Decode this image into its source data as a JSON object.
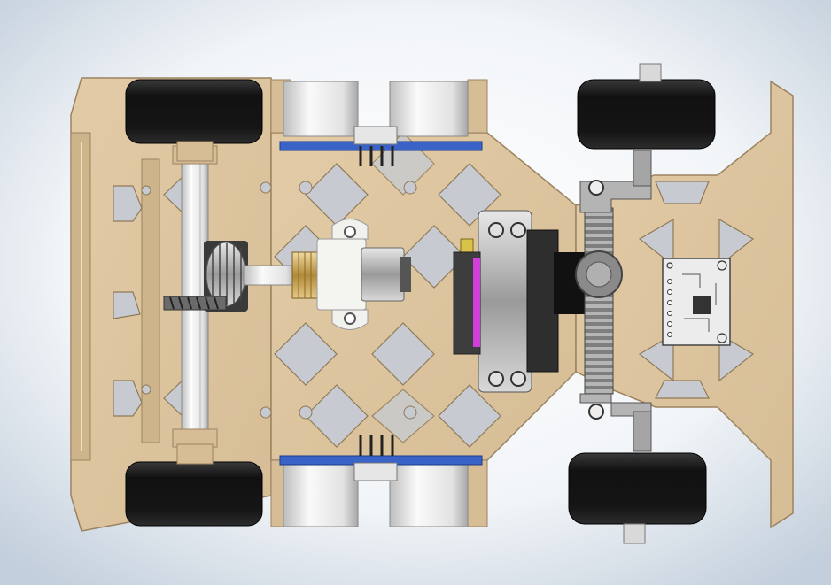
{
  "scene": {
    "view": "top",
    "subject": "robot-car-chassis",
    "colors": {
      "background_center": "#ffffff",
      "background_edge": "#c3cfdc",
      "chassis_wood": "#dcc5a0",
      "chassis_shadow": "#a88e66",
      "tire": "#1a1a1a",
      "rim_white": "#e9eaea",
      "pcb_blue": "#3a63c8",
      "servo_dark": "#3b3b3b",
      "servo_highlight": "#d040d8",
      "gear_metal": "#8a8a8a",
      "cutout_gray": "#c7cbd1",
      "imu_board": "#e8e8e8"
    },
    "components": [
      {
        "name": "rear-axle"
      },
      {
        "name": "rear-wheel",
        "count": 2
      },
      {
        "name": "ultrasonic-sensor",
        "count": 2
      },
      {
        "name": "drive-motor"
      },
      {
        "name": "differential-gear"
      },
      {
        "name": "steering-servo"
      },
      {
        "name": "steering-gear-rack"
      },
      {
        "name": "front-wheel",
        "count": 2
      },
      {
        "name": "imu-breakout-board"
      }
    ]
  }
}
